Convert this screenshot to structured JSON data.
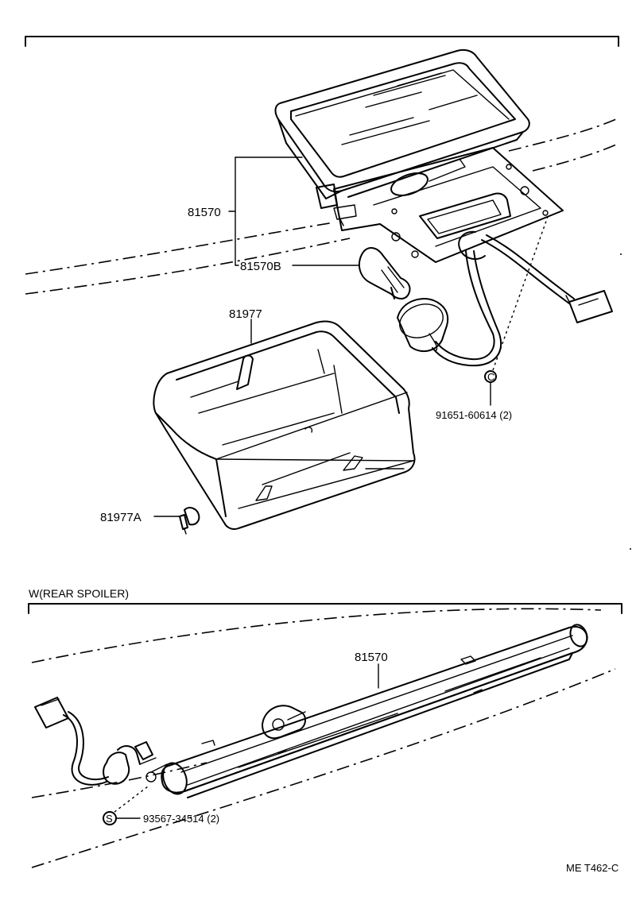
{
  "top_section": {
    "labels": {
      "assembly": "81570",
      "bulb": "81570B",
      "cover": "81977",
      "clip": "81977A",
      "nut": "91651-60614 (2)"
    },
    "nut_symbol": "C"
  },
  "bottom_section": {
    "heading": "W(REAR SPOILER)",
    "labels": {
      "assembly": "81570",
      "screw": "93567-34514 (2)"
    },
    "screw_symbol": "S"
  },
  "figure_code": "ME T462-C"
}
